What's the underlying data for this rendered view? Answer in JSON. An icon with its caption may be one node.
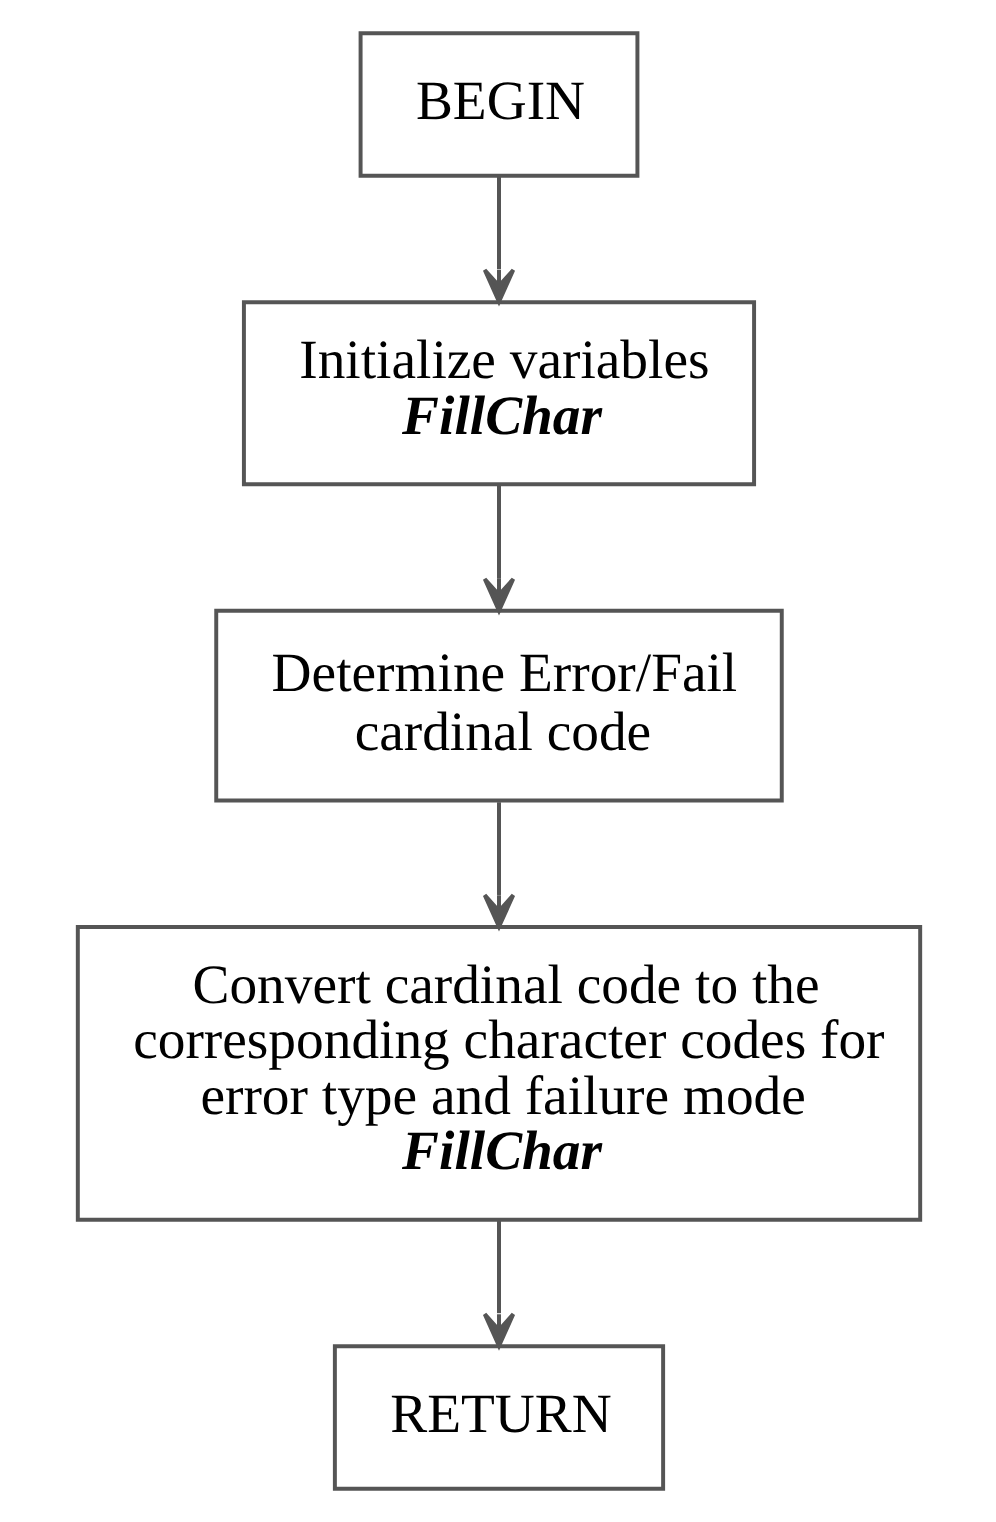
{
  "diagram": {
    "nodes": [
      {
        "text": [
          "BEGIN"
        ]
      },
      {
        "text": [
          "Initialize variables",
          "FillChar"
        ]
      },
      {
        "text": [
          "Determine Error/Fail cardinal code"
        ]
      },
      {
        "text": [
          "Convert cardinal code to the corresponding character codes for error type and failure mode",
          "FillChar"
        ]
      },
      {
        "text": [
          "RETURN"
        ]
      }
    ],
    "edges": [
      {
        "from": 0,
        "to": 1,
        "arrow": "to"
      },
      {
        "from": 1,
        "to": 2,
        "arrow": "to"
      },
      {
        "from": 2,
        "to": 3,
        "arrow": "to"
      },
      {
        "from": 3,
        "to": 4,
        "arrow": "to"
      }
    ]
  }
}
